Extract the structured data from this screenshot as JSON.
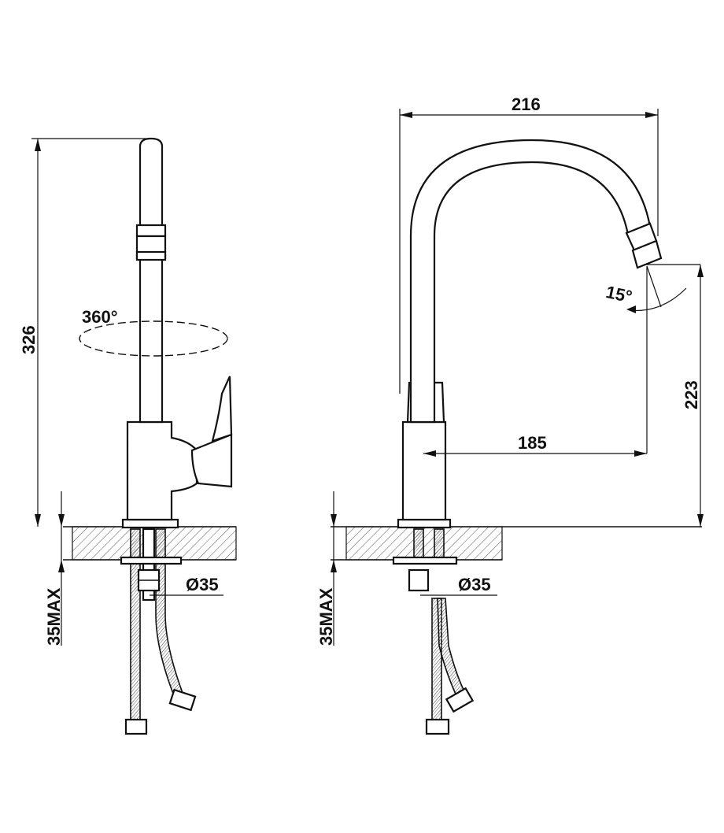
{
  "left_view": {
    "height_label": "326",
    "rotation_label": "360°",
    "hole_diameter_label": "Ø35",
    "max_thickness_label": "35MAX"
  },
  "right_view": {
    "reach_label": "216",
    "spout_reach_label": "185",
    "spout_height_label": "223",
    "angle_label": "15°",
    "hole_diameter_label": "Ø35",
    "max_thickness_label": "35MAX"
  }
}
